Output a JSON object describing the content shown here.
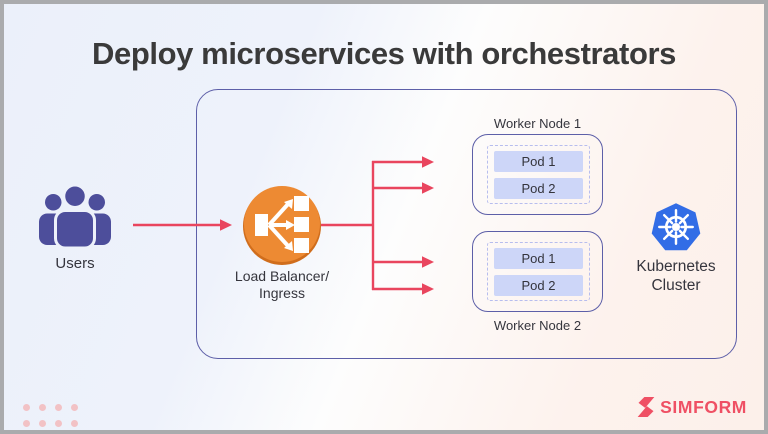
{
  "title": "Deploy microservices with orchestrators",
  "users": {
    "label": "Users"
  },
  "load_balancer": {
    "label_line1": "Load Balancer/",
    "label_line2": "Ingress"
  },
  "worker_nodes": [
    {
      "label": "Worker Node 1",
      "pods": [
        "Pod 1",
        "Pod 2"
      ]
    },
    {
      "label": "Worker Node 2",
      "pods": [
        "Pod 1",
        "Pod 2"
      ]
    }
  ],
  "cluster": {
    "label_line1": "Kubernetes",
    "label_line2": "Cluster"
  },
  "branding": {
    "logo_text": "SIMFORM"
  },
  "colors": {
    "title_text": "#3a3a3a",
    "arrow": "#e9455e",
    "container_border": "#5d5fa8",
    "users_icon": "#4d4e9b",
    "lb_orange": "#ed8a33",
    "lb_orange_dark": "#d06d1c",
    "k8s_blue": "#326de6",
    "pod_fill": "#cdd6f8",
    "pod_dashed_border": "#b7bdee",
    "dots_pink": "#f2c2c5",
    "logo_red": "#ef5064"
  }
}
